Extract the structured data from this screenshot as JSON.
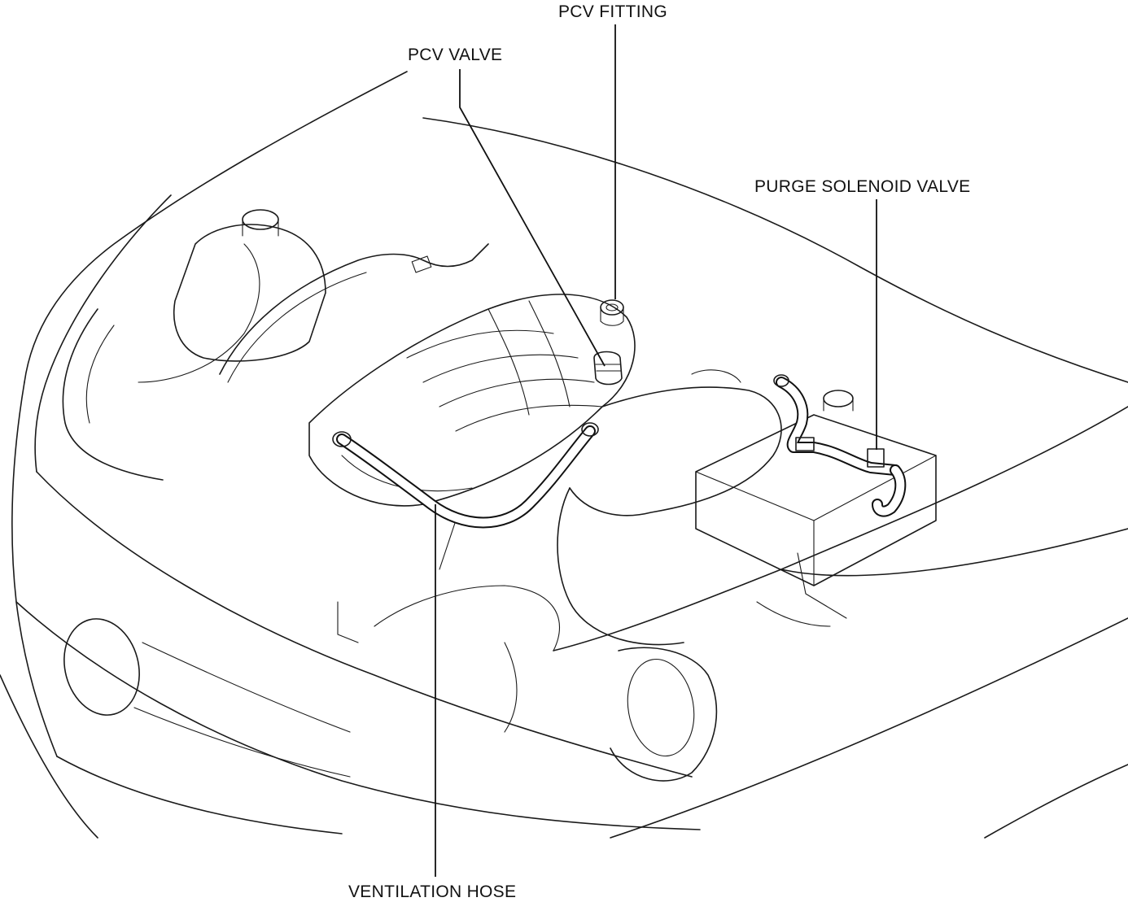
{
  "labels": {
    "pcv_fitting": "PCV FITTING",
    "pcv_valve": "PCV VALVE",
    "purge_solenoid_valve": "PURGE SOLENOID VALVE",
    "ventilation_hose": "VENTILATION HOSE"
  },
  "colors": {
    "line": "#1a1a1a",
    "background": "#ffffff"
  }
}
